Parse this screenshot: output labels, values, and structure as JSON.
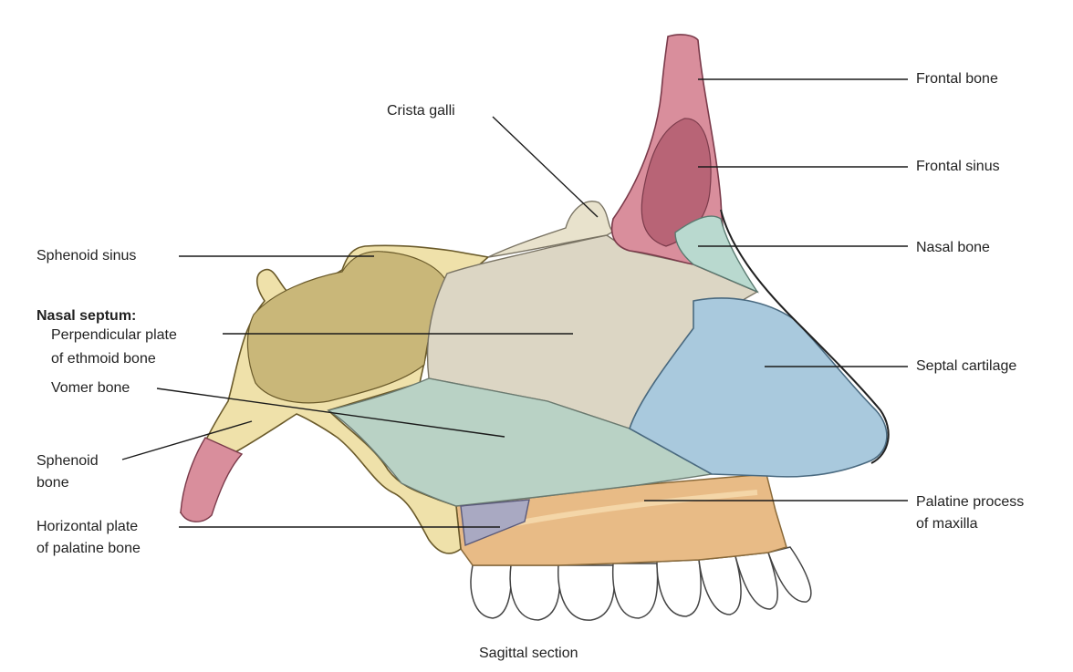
{
  "caption": "Sagittal section",
  "labels": {
    "frontal_bone": "Frontal bone",
    "frontal_sinus": "Frontal sinus",
    "nasal_bone": "Nasal bone",
    "crista_galli": "Crista galli",
    "sphenoid_sinus": "Sphenoid sinus",
    "nasal_septum_heading": "Nasal septum:",
    "perpendicular_plate_line1": "Perpendicular plate",
    "perpendicular_plate_line2": "of ethmoid bone",
    "vomer_bone": "Vomer bone",
    "sphenoid_bone_line1": "Sphenoid",
    "sphenoid_bone_line2": "bone",
    "horizontal_plate_line1": "Horizontal plate",
    "horizontal_plate_line2": "of palatine bone",
    "septal_cartilage": "Septal cartilage",
    "palatine_process_line1": "Palatine process",
    "palatine_process_line2": "of maxilla"
  },
  "colors": {
    "frontal_bone": "#d98e9c",
    "frontal_sinus": "#b86476",
    "nasal_bone": "#b9d9cf",
    "crista_galli": "#e8e2cc",
    "ethmoid_plate": "#dcd6c4",
    "vomer": "#b9d2c5",
    "septal_cartilage": "#a9c9dd",
    "sphenoid": "#efe1aa",
    "sphenoid_sinus": "#c9b779",
    "palatine_horizontal": "#a9a9c2",
    "maxilla": "#e8bb86",
    "pink_bone_tip": "#d98e9c",
    "teeth": "#ffffff"
  }
}
